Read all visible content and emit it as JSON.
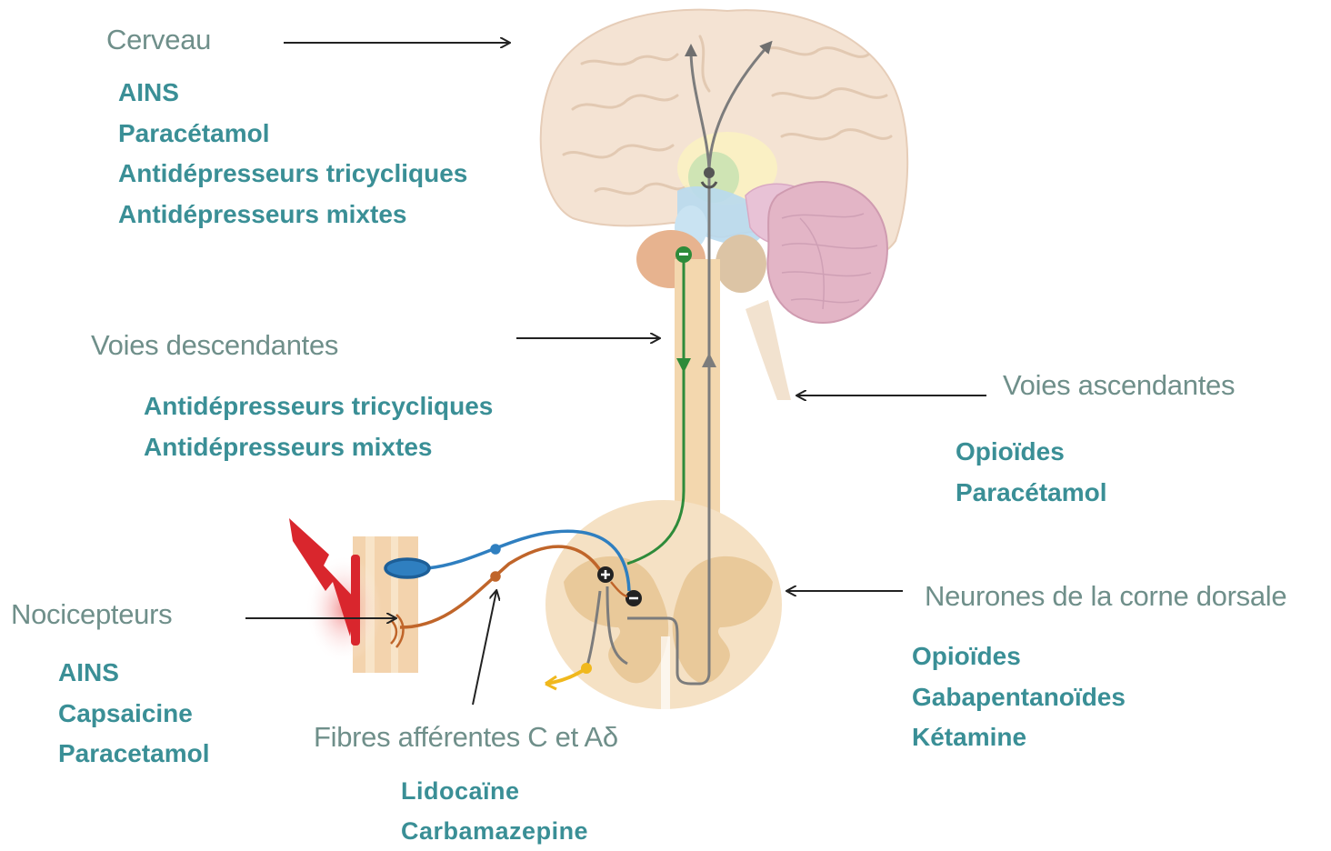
{
  "sections": {
    "cerveau": {
      "label": "Cerveau",
      "drugs": [
        "AINS",
        "Paracétamol",
        "Antidépresseurs tricycliques",
        "Antidépresseurs mixtes"
      ]
    },
    "voies_descendantes": {
      "label": "Voies descendantes",
      "drugs": [
        "Antidépresseurs tricycliques",
        "Antidépresseurs mixtes"
      ]
    },
    "voies_ascendantes": {
      "label": "Voies ascendantes",
      "drugs": [
        "Opioïdes",
        "Paracétamol"
      ]
    },
    "nocicepteurs": {
      "label": "Nocicepteurs",
      "drugs": [
        "AINS",
        "Capsaicine",
        "Paracetamol"
      ]
    },
    "corne_dorsale": {
      "label": "Neurones de la corne dorsale",
      "drugs": [
        "Opioïdes",
        "Gabapentanoïdes",
        "Kétamine"
      ]
    },
    "fibres": {
      "label": "Fibres afférentes C et Aδ",
      "drugs": [
        "Lidocaïne",
        "Carbamazepine"
      ]
    }
  },
  "colors": {
    "label_text": "#6f8f8a",
    "drug_text": "#3a8f96",
    "descending_pathway": "#2e8b3a",
    "ascending_pathway": "#7c7c7c",
    "fiber_blue": "#2f7fc0",
    "fiber_orange": "#c0652a",
    "brain_tissue": "#f4e3d3",
    "spinal_cord": "#f3d7ae",
    "pain_bolt": "#d9262d"
  },
  "icons": [
    "brain",
    "spinal-cord",
    "pain-bolt",
    "nerve-fiber",
    "arrow"
  ]
}
